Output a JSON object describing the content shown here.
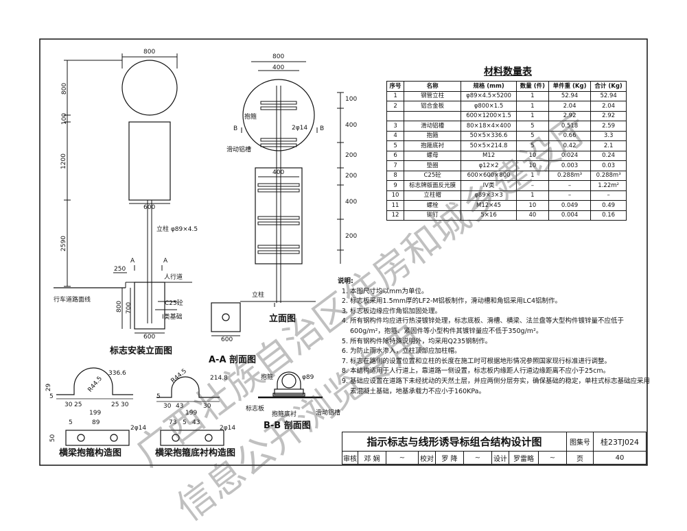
{
  "drawing": {
    "front_view": {
      "dim_top": "800",
      "dim_left": [
        "800",
        "100",
        "1200",
        "2590"
      ],
      "dim_mid": "600",
      "post_label": "立柱 φ89×4.5",
      "lane_edge": "行车道路面线",
      "sidewalk": "人行道",
      "concrete": "C25砼",
      "foundation": "I类基础",
      "dim_250": "250",
      "dim_800": "800",
      "dim_700": "700",
      "dim_base": "600",
      "section_mark": "A",
      "caption": "标志安装立面图"
    },
    "elevation": {
      "dim_top": "800",
      "dim_sub": "400",
      "hoop_label": "抱箍",
      "bar_label": "2φ14",
      "slot_label": "滑动铝槽",
      "section_mark": "B",
      "dim_right": [
        "100",
        "400",
        "200",
        "200",
        "400",
        "200"
      ],
      "dim_panel": "400",
      "post_label": "立柱",
      "caption": "立面图"
    },
    "section_aa": {
      "dim": "600",
      "caption": "A-A 剖面图"
    },
    "section_bb": {
      "hoop_label": "抱箍",
      "pipe_label": "φ89",
      "board_label": "标志板",
      "liner_label": "抱箍底衬",
      "slot_label": "滑动铝槽",
      "caption": "B-B 剖面图"
    },
    "hoop_detail": {
      "dims": [
        "336.6",
        "R44.5",
        "29",
        "5",
        "30",
        "25",
        "199",
        "25",
        "30",
        "5",
        "89",
        "50",
        "2φ14"
      ],
      "caption": "横梁抱箍构造图"
    },
    "liner_detail": {
      "dims": [
        "R44.5",
        "214.8",
        "30",
        "43",
        "30",
        "5",
        "199",
        "73",
        "5",
        "43",
        "2φ14"
      ],
      "caption": "横梁抱箍底衬构造图"
    }
  },
  "material_table": {
    "title": "材料数量表",
    "headers": [
      "序号",
      "名称",
      "规格 (mm)",
      "数量 (件)",
      "单件重 (Kg)",
      "合计 (Kg)"
    ],
    "rows": [
      [
        "1",
        "钢管立柱",
        "φ89×4.5×5200",
        "1",
        "52.94",
        "52.94"
      ],
      [
        "2",
        "铝合金板",
        "φ800×1.5",
        "1",
        "2.04",
        "2.04"
      ],
      [
        "",
        "",
        "600×1200×1.5",
        "1",
        "2.92",
        "2.92"
      ],
      [
        "3",
        "滑动铝槽",
        "80×18×4×400",
        "5",
        "0.518",
        "2.59"
      ],
      [
        "4",
        "抱箍",
        "50×5×336.6",
        "5",
        "0.66",
        "3.3"
      ],
      [
        "5",
        "抱箍底衬",
        "50×5×214.8",
        "5",
        "0.42",
        "2.1"
      ],
      [
        "6",
        "螺母",
        "M12",
        "10",
        "0.024",
        "0.24"
      ],
      [
        "7",
        "垫圈",
        "φ12×2",
        "10",
        "0.003",
        "0.03"
      ],
      [
        "8",
        "C25砼",
        "600×600×800",
        "1",
        "0.288m³",
        "0.288m³"
      ],
      [
        "9",
        "标志牌版面反光膜",
        "IV类",
        "–",
        "–",
        "1.22m²"
      ],
      [
        "10",
        "立柱帽",
        "φ89×3×3",
        "1",
        "–",
        "–"
      ],
      [
        "11",
        "螺栓",
        "M12×45",
        "10",
        "0.049",
        "0.49"
      ],
      [
        "12",
        "铆钉",
        "5×16",
        "40",
        "0.004",
        "0.16"
      ]
    ]
  },
  "notes": {
    "title": "说明:",
    "items": [
      "本图尺寸均以mm为单位。",
      "标志板采用1.5mm厚的LF2-M铝板制作，滑动槽和角铝采用LC4铝制作。",
      "标志板边缘应作角铝加固处理。",
      "所有钢构件均应进行热浸镀锌处理，标志底板、滑槽、横梁、法兰盘等大型构件镀锌量不应低于600g/m²，抱箍、紧固件等小型构件其镀锌量应不低于350g/m²。",
      "所有钢构件除特殊说明外，均采用Q235钢制作。",
      "为防止雨水渗入，立柱顶部应加柱帽。",
      "标志在路侧的设置位置和立柱的长度在施工时可根据地形情况参照国家现行标准进行调整。",
      "本结构适用于人行道上，靠道路一侧设置，标志板内缘距人行道边缘距离不应小于25cm。",
      "基础应设置在道路下未经扰动的天然土层，并应两侧分层夯实，确保基础的稳定，单柱式标志基础应采用素混凝土基础，地基承载力不应小于160KPa。"
    ]
  },
  "title_block": {
    "title": "指示标志与线形诱导标组合结构设计图",
    "atlas_label": "图集号",
    "atlas_no": "桂23TJ024",
    "page_label": "页",
    "page_no": "40",
    "review_label": "审核",
    "review_name": "邓 娴",
    "check_label": "校对",
    "check_name": "罗 降",
    "design_label": "设计",
    "design_name": "罗雷略"
  },
  "watermark": {
    "line1": "广西壮族自治区住房和城乡建设厅",
    "line2": "信息公开浏览专用"
  }
}
